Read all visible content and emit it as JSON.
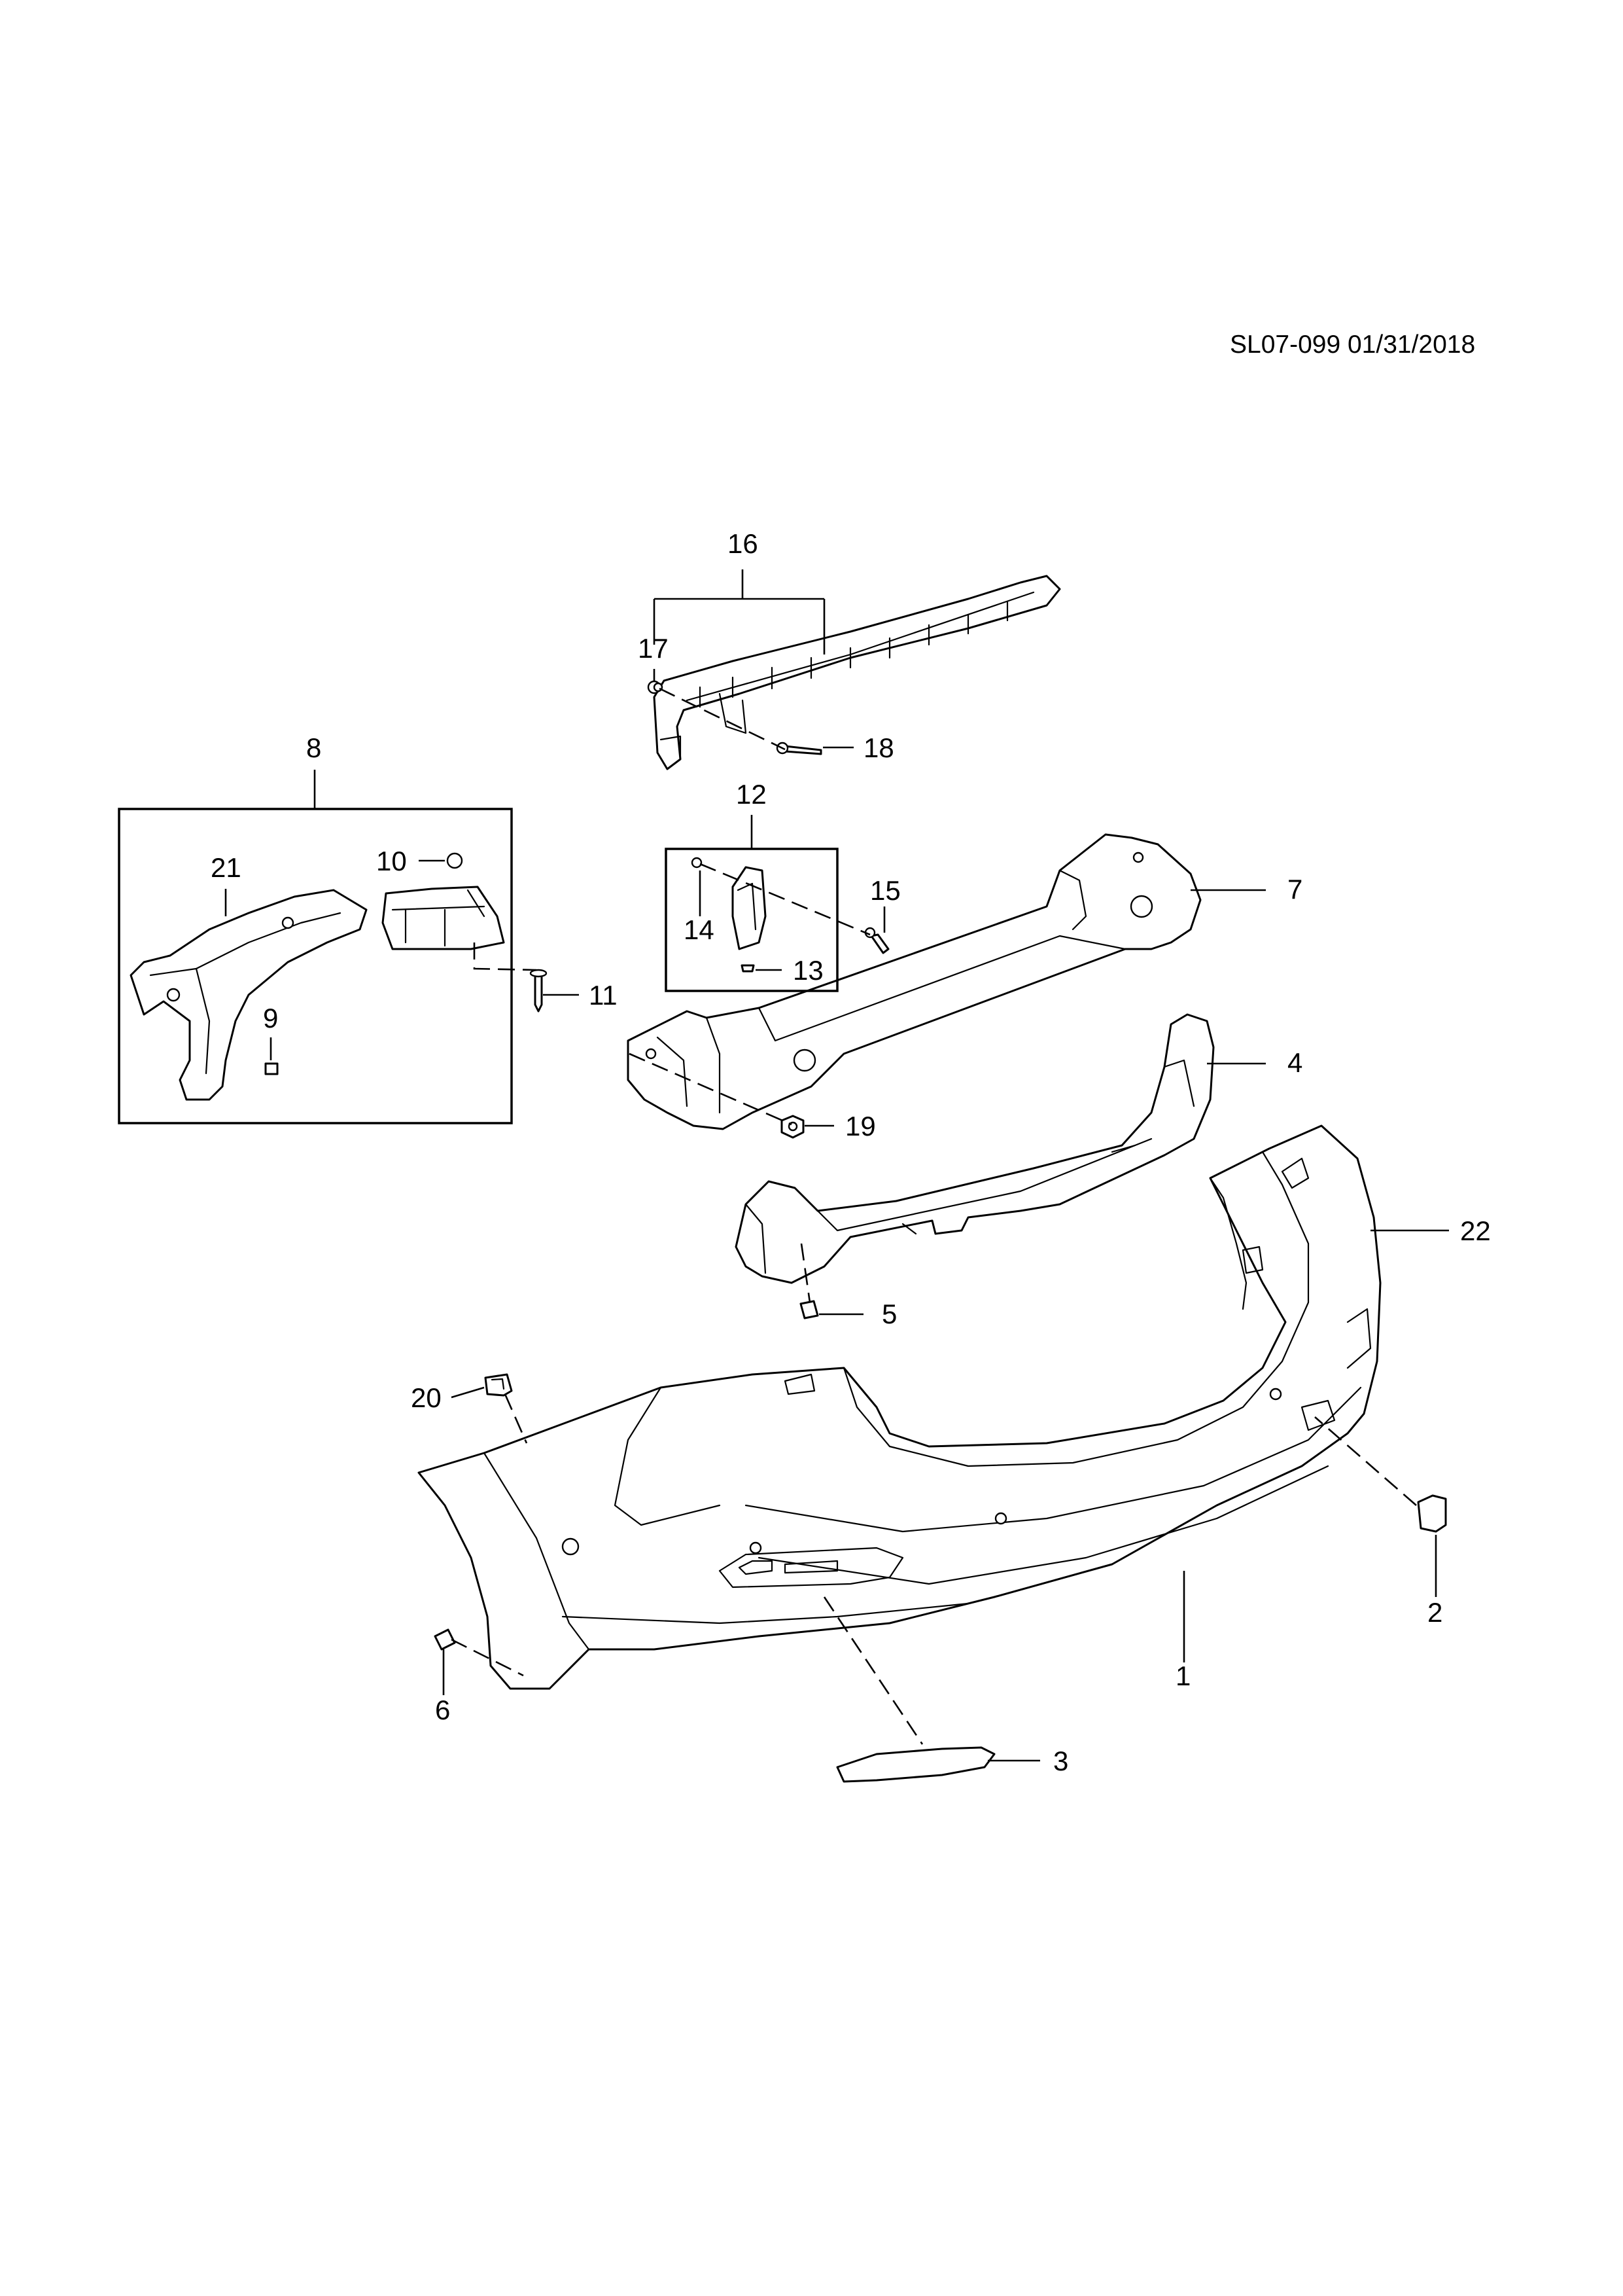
{
  "header": {
    "doc_ref": "SL07-099 01/31/2018"
  },
  "callouts": {
    "c1": "1",
    "c2": "2",
    "c3": "3",
    "c4": "4",
    "c5": "5",
    "c6": "6",
    "c7": "7",
    "c8": "8",
    "c9": "9",
    "c10": "10",
    "c11": "11",
    "c12": "12",
    "c13": "13",
    "c14": "14",
    "c15": "15",
    "c16": "16",
    "c17": "17",
    "c18": "18",
    "c19": "19",
    "c20": "20",
    "c21": "21",
    "c22": "22"
  }
}
